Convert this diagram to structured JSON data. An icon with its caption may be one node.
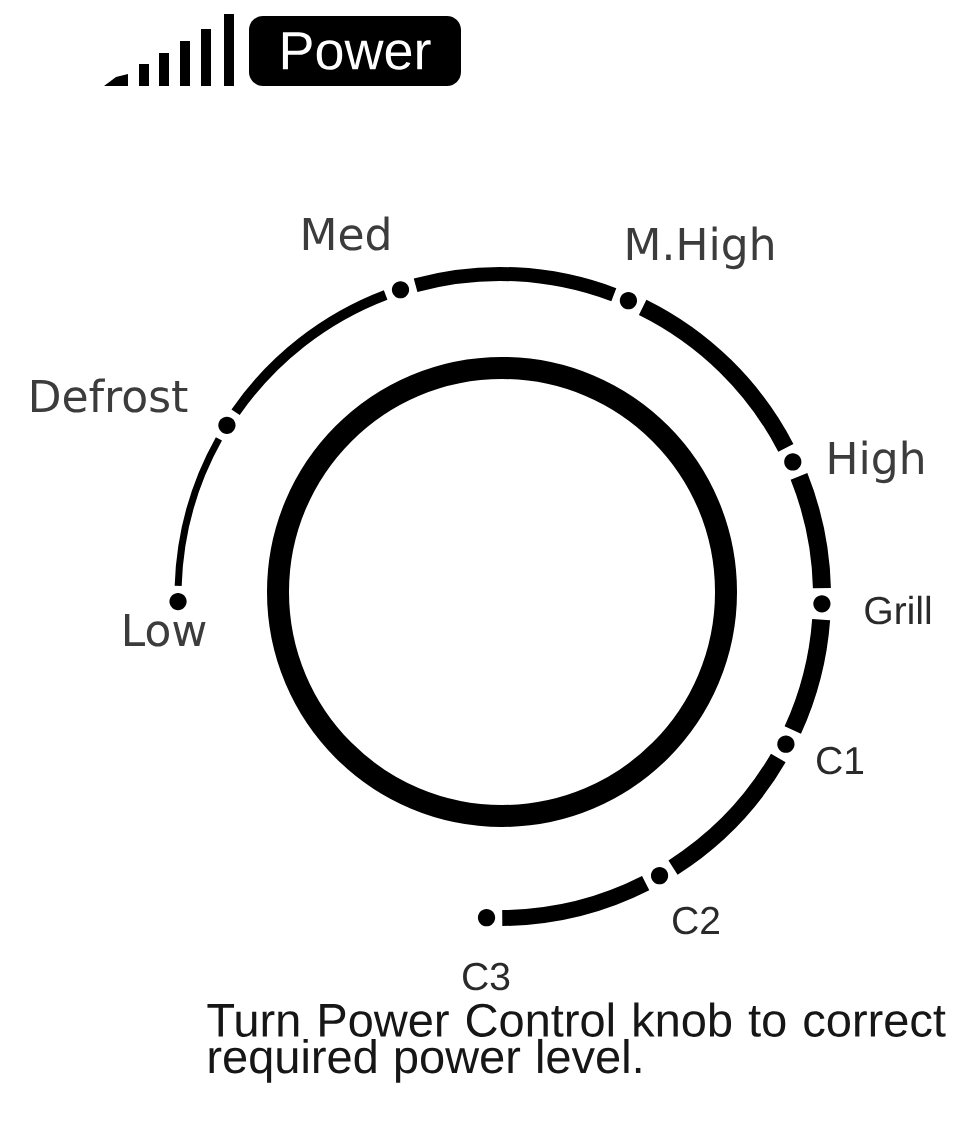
{
  "diagram": {
    "nodes": [
      {
        "text": [
          "Power"
        ]
      },
      {
        "text": [],
        "shape": "circle"
      }
    ],
    "labels": [
      "Low",
      "Defrost",
      "Med",
      "M.High",
      "High",
      "Grill",
      "C1",
      "C2",
      "C3"
    ],
    "caption": "Turn Power Control knob to correct required power level."
  }
}
